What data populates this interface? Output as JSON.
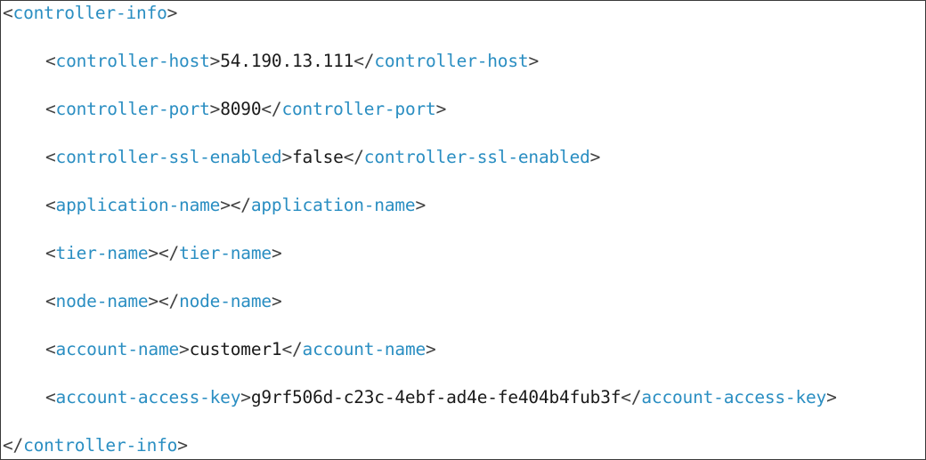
{
  "xml": {
    "root_tag": "controller-info",
    "open_bracket": "<",
    "close_bracket": ">",
    "end_open_bracket": "</",
    "children": [
      {
        "tag": "controller-host",
        "value": "54.190.13.111"
      },
      {
        "tag": "controller-port",
        "value": "8090"
      },
      {
        "tag": "controller-ssl-enabled",
        "value": "false"
      },
      {
        "tag": "application-name",
        "value": ""
      },
      {
        "tag": "tier-name",
        "value": ""
      },
      {
        "tag": "node-name",
        "value": ""
      },
      {
        "tag": "account-name",
        "value": "customer1"
      },
      {
        "tag": "account-access-key",
        "value": "g9rf506d-c23c-4ebf-ad4e-fe404b4fub3f"
      }
    ]
  },
  "colors": {
    "tag": "#2a8ec2",
    "bracket": "#404040",
    "text": "#1a1a1a",
    "border": "#3a3a3a",
    "background": "#ffffff"
  }
}
